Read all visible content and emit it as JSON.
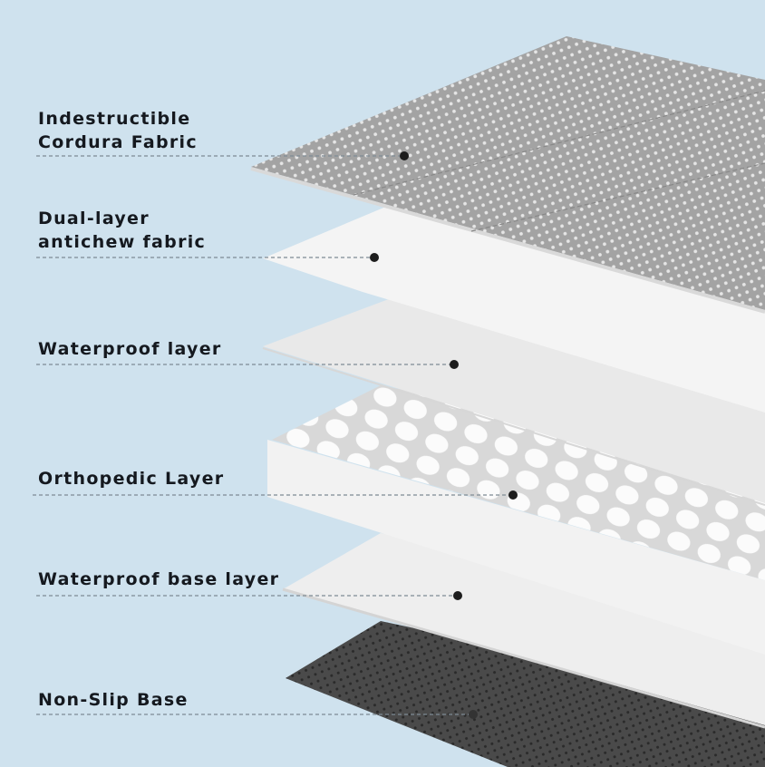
{
  "layers": [
    {
      "label": "Indestructible\nCordura Fabric"
    },
    {
      "label": "Dual-layer\nantichew fabric"
    },
    {
      "label": "Waterproof layer"
    },
    {
      "label": "Orthopedic Layer"
    },
    {
      "label": "Waterproof base layer"
    },
    {
      "label": "Non-Slip Base"
    }
  ],
  "colors": {
    "background": "#cfe2ee",
    "text": "#15191f",
    "cordura": "#a3a3a3",
    "nonslip": "#4a4a4a"
  }
}
